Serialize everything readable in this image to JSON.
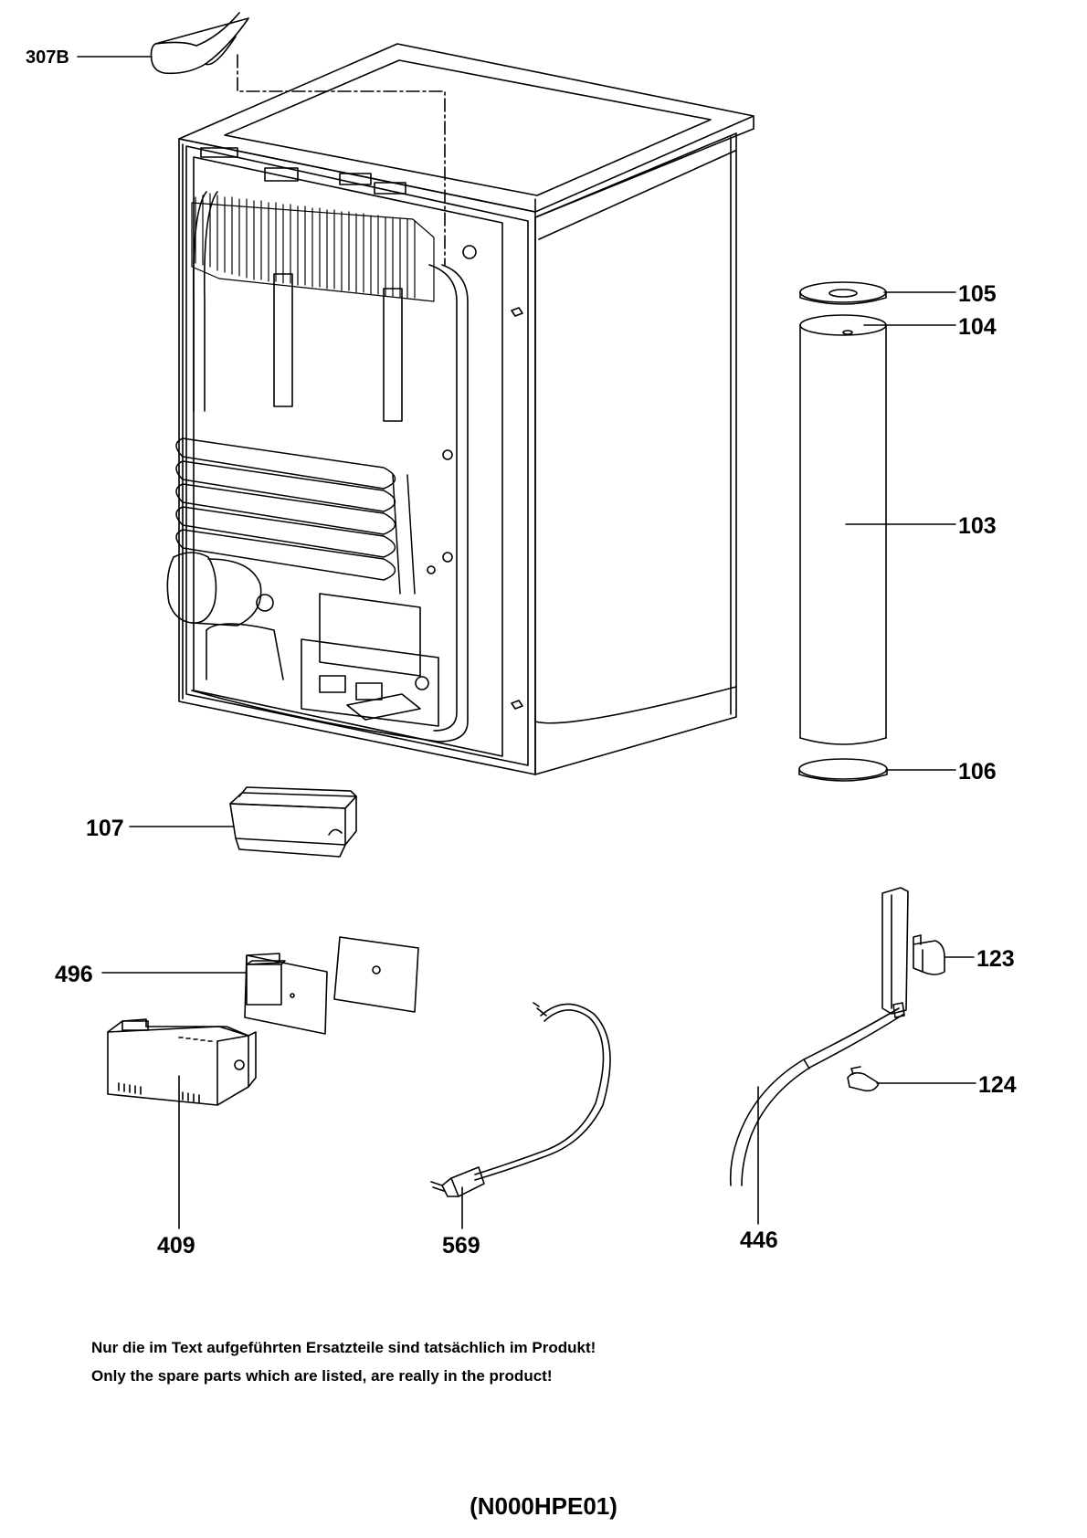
{
  "callouts": {
    "c307B": "307B",
    "c105": "105",
    "c104": "104",
    "c103": "103",
    "c106": "106",
    "c107": "107",
    "c496": "496",
    "c409": "409",
    "c569": "569",
    "c123": "123",
    "c124": "124",
    "c446": "446"
  },
  "notes": {
    "german": "Nur die im Text aufgeführten Ersatzteile sind tatsächlich im Produkt!",
    "english": "Only the spare parts which are listed, are really in the product!"
  },
  "drawing_code": "(N000HPE01)"
}
